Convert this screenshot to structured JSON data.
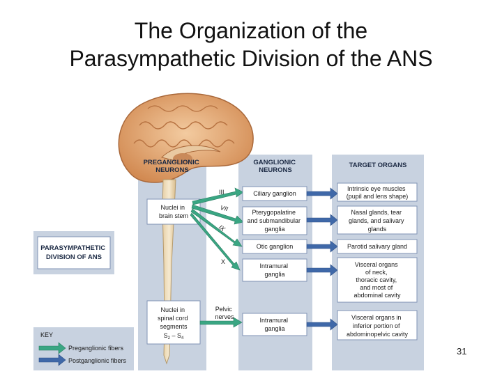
{
  "slide": {
    "title_line1": "The Organization of the",
    "title_line2": "Parasympathetic Division of the ANS",
    "page_number": "31"
  },
  "diagram": {
    "side_label": [
      "PARASYMPATHETIC",
      "DIVISION OF ANS"
    ],
    "columns": {
      "preganglionic": [
        "PREGANGLIONIC",
        "NEURONS"
      ],
      "ganglionic": [
        "GANGLIONIC",
        "NEURONS"
      ],
      "target": [
        "TARGET ORGANS"
      ]
    },
    "brainstem_nuclei": [
      "Nuclei in",
      "brain stem"
    ],
    "spinal_nuclei": [
      "Nuclei in",
      "spinal cord",
      "segments"
    ],
    "spinal_segments": {
      "start_letter": "S",
      "start_sub": "2",
      "dash": " – ",
      "end_letter": "S",
      "end_sub": "4"
    },
    "nerves": [
      "III",
      "VII",
      "IX",
      "X"
    ],
    "pelvic_nerves": [
      "Pelvic",
      "nerves"
    ],
    "ganglia": [
      [
        "Ciliary ganglion"
      ],
      [
        "Pterygopalatine",
        "and submandibular",
        "ganglia"
      ],
      [
        "Otic ganglion"
      ],
      [
        "Intramural",
        "ganglia"
      ],
      [
        "Intramural",
        "ganglia"
      ]
    ],
    "targets": [
      [
        "Intrinsic eye muscles",
        "(pupil and lens shape)"
      ],
      [
        "Nasal glands, tear",
        "glands, and salivary",
        "glands"
      ],
      [
        "Parotid salivary gland"
      ],
      [
        "Visceral organs",
        "of neck,",
        "thoracic cavity,",
        "and most of",
        "abdominal cavity"
      ],
      [
        "Visceral organs in",
        "inferior portion of",
        "abdominopelvic cavity"
      ]
    ],
    "key": {
      "title": "KEY",
      "preganglionic": "Preganglionic fibers",
      "postganglionic": "Postganglionic fibers"
    },
    "colors": {
      "preganglionic_arrow": "#3aa683",
      "postganglionic_arrow": "#3f68a8",
      "column_panel": "#c8d2e0",
      "box_fill": "#ffffff",
      "box_border": "#7f93b4"
    }
  }
}
